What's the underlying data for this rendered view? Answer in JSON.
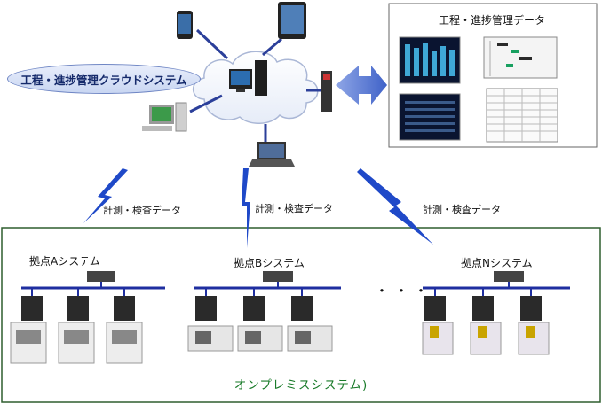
{
  "cloud": {
    "title": "工程・進捗管理クラウドシステム"
  },
  "data_panel": {
    "title": "工程・進捗管理データ"
  },
  "links": [
    {
      "label": "計測・検査データ"
    },
    {
      "label": "計測・検査データ"
    },
    {
      "label": "計測・検査データ"
    }
  ],
  "sites": [
    {
      "label": "拠点Aシステム"
    },
    {
      "label": "拠点Bシステム"
    },
    {
      "label": "拠点Nシステム"
    }
  ],
  "ellipsis": "・・・",
  "onprem": {
    "label": "オンプレミスシステム)"
  },
  "colors": {
    "accent_blue": "#2b3f9a",
    "bolt_blue": "#1f49c8",
    "frame_green": "#2f5e2f",
    "onprem_text": "#1a7b2a"
  }
}
